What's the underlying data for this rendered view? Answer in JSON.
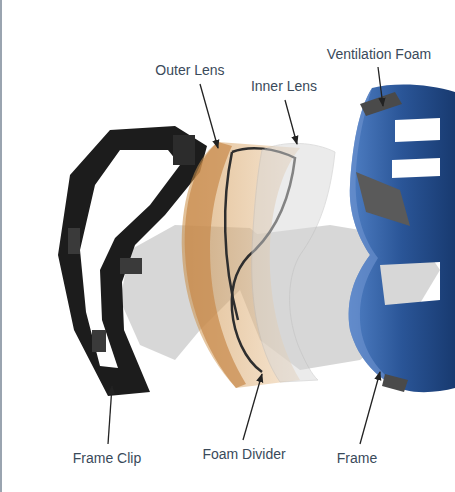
{
  "diagram": {
    "labels": [
      "Outer Lens",
      "Inner Lens",
      "Ventilation Foam",
      "Frame Clip",
      "Foam Divider",
      "Frame"
    ]
  }
}
